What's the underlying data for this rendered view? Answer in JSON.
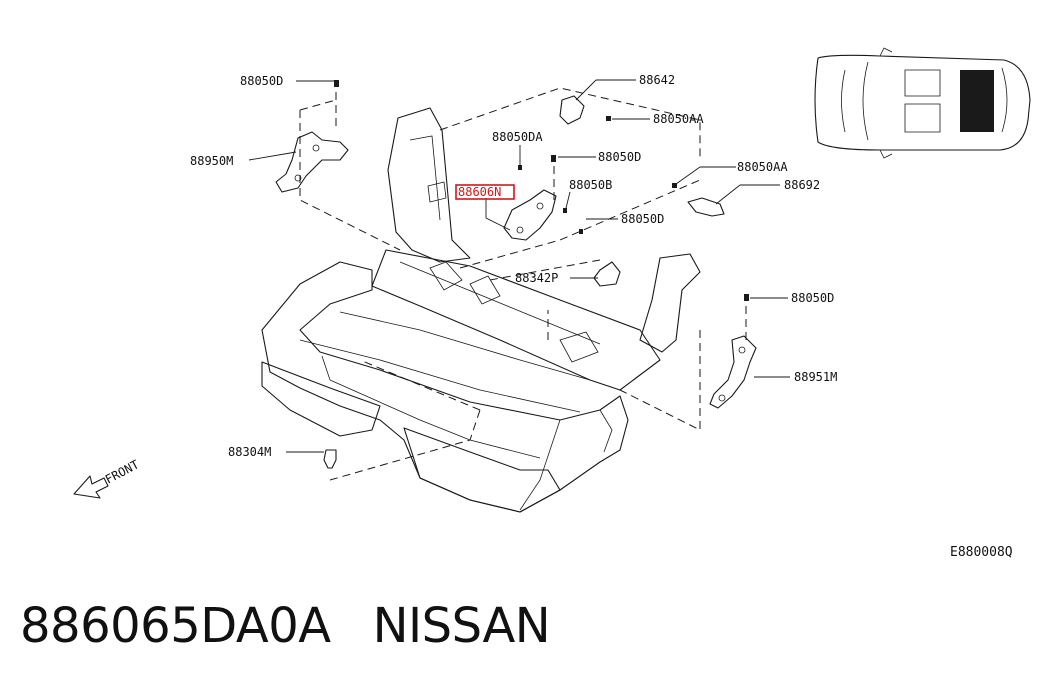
{
  "parts": [
    {
      "id": "88050D_top_left",
      "label": "88050D"
    },
    {
      "id": "88950M",
      "label": "88950M"
    },
    {
      "id": "88642",
      "label": "88642"
    },
    {
      "id": "88050AA_top",
      "label": "88050AA"
    },
    {
      "id": "88050DA",
      "label": "88050DA"
    },
    {
      "id": "88050D_mid",
      "label": "88050D"
    },
    {
      "id": "88606N",
      "label": "88606N",
      "highlighted": true
    },
    {
      "id": "88050B",
      "label": "88050B"
    },
    {
      "id": "88050D_right",
      "label": "88050D"
    },
    {
      "id": "88050AA_right",
      "label": "88050AA"
    },
    {
      "id": "88692",
      "label": "88692"
    },
    {
      "id": "88342P",
      "label": "88342P"
    },
    {
      "id": "88050D_lower_right",
      "label": "88050D"
    },
    {
      "id": "88951M",
      "label": "88951M"
    },
    {
      "id": "88304M",
      "label": "88304M"
    }
  ],
  "front_label": "FRONT",
  "diagram_code": "E880008Q",
  "caption": {
    "part_number": "886065DA0A",
    "brand": "NISSAN"
  },
  "colors": {
    "highlight": "#d01818",
    "line": "#1a1a1a",
    "car_roof": "#1a1a1a"
  }
}
